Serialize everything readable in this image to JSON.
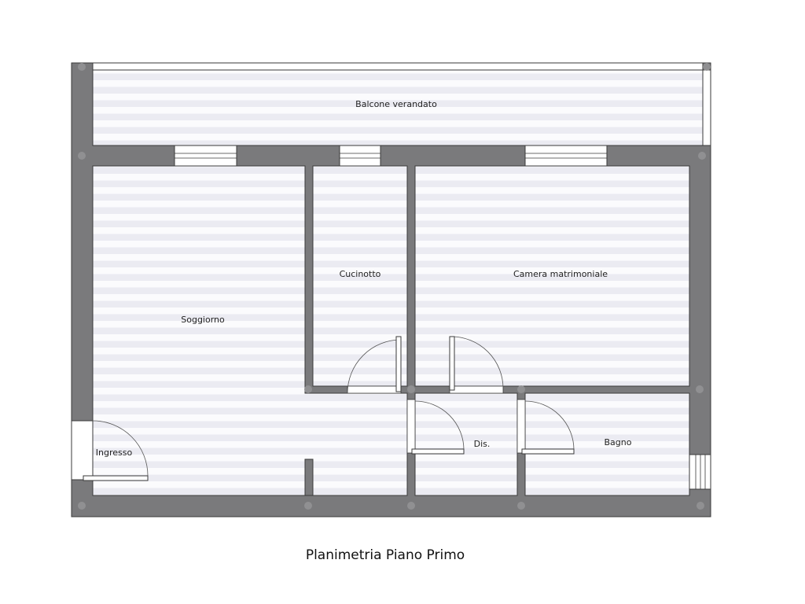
{
  "plan_title": "Planimetria Piano Primo",
  "rooms": {
    "balcone": "Balcone verandato",
    "soggiorno": "Soggiorno",
    "cucinotto": "Cucinotto",
    "camera": "Camera matrimoniale",
    "ingresso": "Ingresso",
    "disimpegno": "Dis.",
    "bagno": "Bagno"
  },
  "colors": {
    "wall": "#7a7a7c",
    "floor_stripe": "#ebebf2",
    "floor_base": "#fbfbfd",
    "outline": "#3a3a3a"
  }
}
